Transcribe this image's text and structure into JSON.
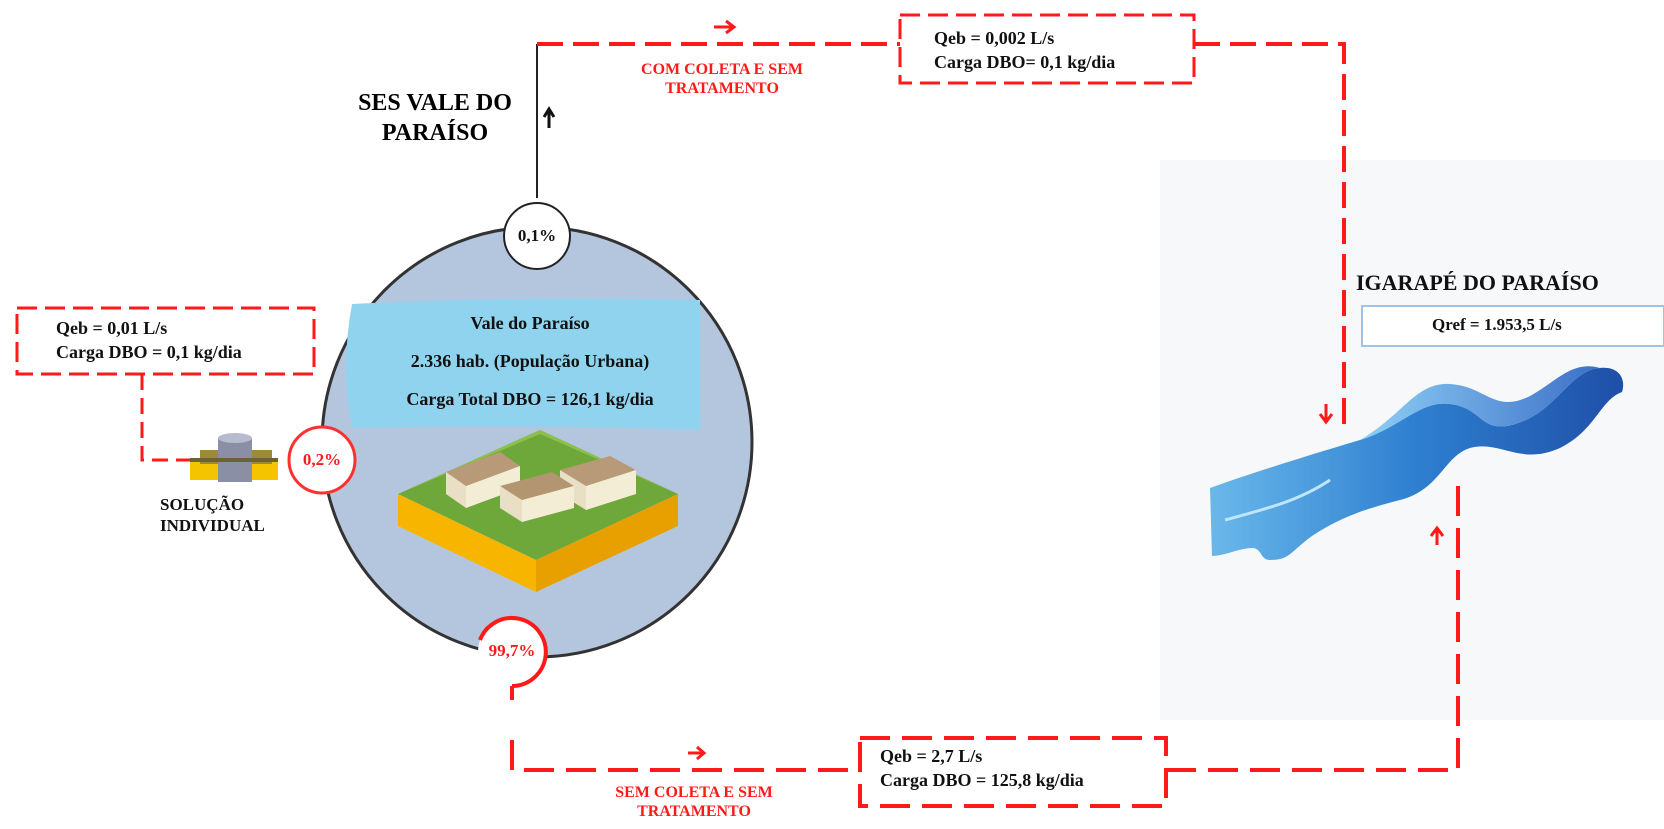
{
  "ses_label": {
    "line1": "SES VALE DO",
    "line2": "PARAÍSO"
  },
  "collected_untreated": {
    "label_line1": "COM COLETA E SEM",
    "label_line2": "TRATAMENTO",
    "qeb": "Qeb = 0,002 L/s",
    "carga": "Carga DBO= 0,1 kg/dia",
    "percent": "0,1%"
  },
  "individual_solution": {
    "label_line1": "SOLUÇÃO",
    "label_line2": "INDIVIDUAL",
    "qeb": "Qeb = 0,01 L/s",
    "carga": "Carga DBO = 0,1 kg/dia",
    "percent": "0,2%"
  },
  "city": {
    "name": "Vale do Paraíso",
    "population": "2.336 hab. (População Urbana)",
    "total_load": "Carga Total DBO = 126,1 kg/dia"
  },
  "uncollected_untreated": {
    "label_line1": "SEM COLETA E SEM",
    "label_line2": "TRATAMENTO",
    "qeb": "Qeb = 2,7 L/s",
    "carga": "Carga DBO = 125,8 kg/dia",
    "percent": "99,7%"
  },
  "receiving_body": {
    "name": "IGARAPÉ DO PARAÍSO",
    "qref": "Qref = 1.953,5 L/s"
  },
  "colors": {
    "red": "#ff1a1a",
    "circle_fill": "#b4c6dd",
    "city_box": "#8fd3ee",
    "river": "#2f7fd1"
  }
}
